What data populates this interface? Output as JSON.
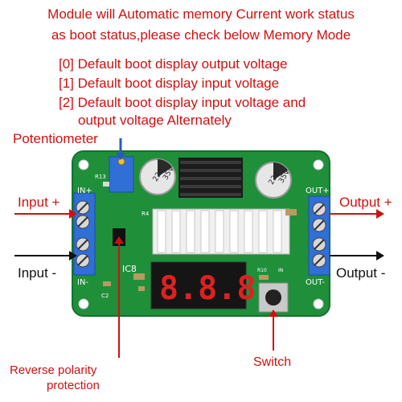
{
  "header": {
    "line1": "Module will Automatic memory Current work status",
    "line2": "as boot status,please check below Memory Mode"
  },
  "modes": {
    "mode0": "[0] Default boot display output voltage",
    "mode1": "[1] Default boot display input voltage",
    "mode2_line1": "[2] Default boot display input voltage and",
    "mode2_line2": "output voltage Alternately"
  },
  "labels": {
    "potentiometer": "Potentiometer",
    "input_plus": "Input +",
    "input_minus": "Input -",
    "output_plus": "Output +",
    "output_minus": "Output -",
    "switch": "Switch",
    "reverse_line1": "Reverse polarity",
    "reverse_line2": "protection"
  },
  "board": {
    "in_plus": "IN+",
    "in_minus": "IN-",
    "out_plus": "OUT+",
    "out_minus": "OUT-",
    "r13": "R13",
    "ic8": "IC8",
    "c2": "C2",
    "r4": "R4",
    "r10": "R10",
    "in_small": "IN",
    "cap_left_line1": "220",
    "cap_left_line2": "35V",
    "cap_right_line1": "220",
    "cap_right_line2": "35V",
    "display": "8.8.8."
  },
  "colors": {
    "label_red": "#d01010",
    "pcb_green": "#1f8f3a",
    "terminal_blue": "#2f6fd6"
  }
}
